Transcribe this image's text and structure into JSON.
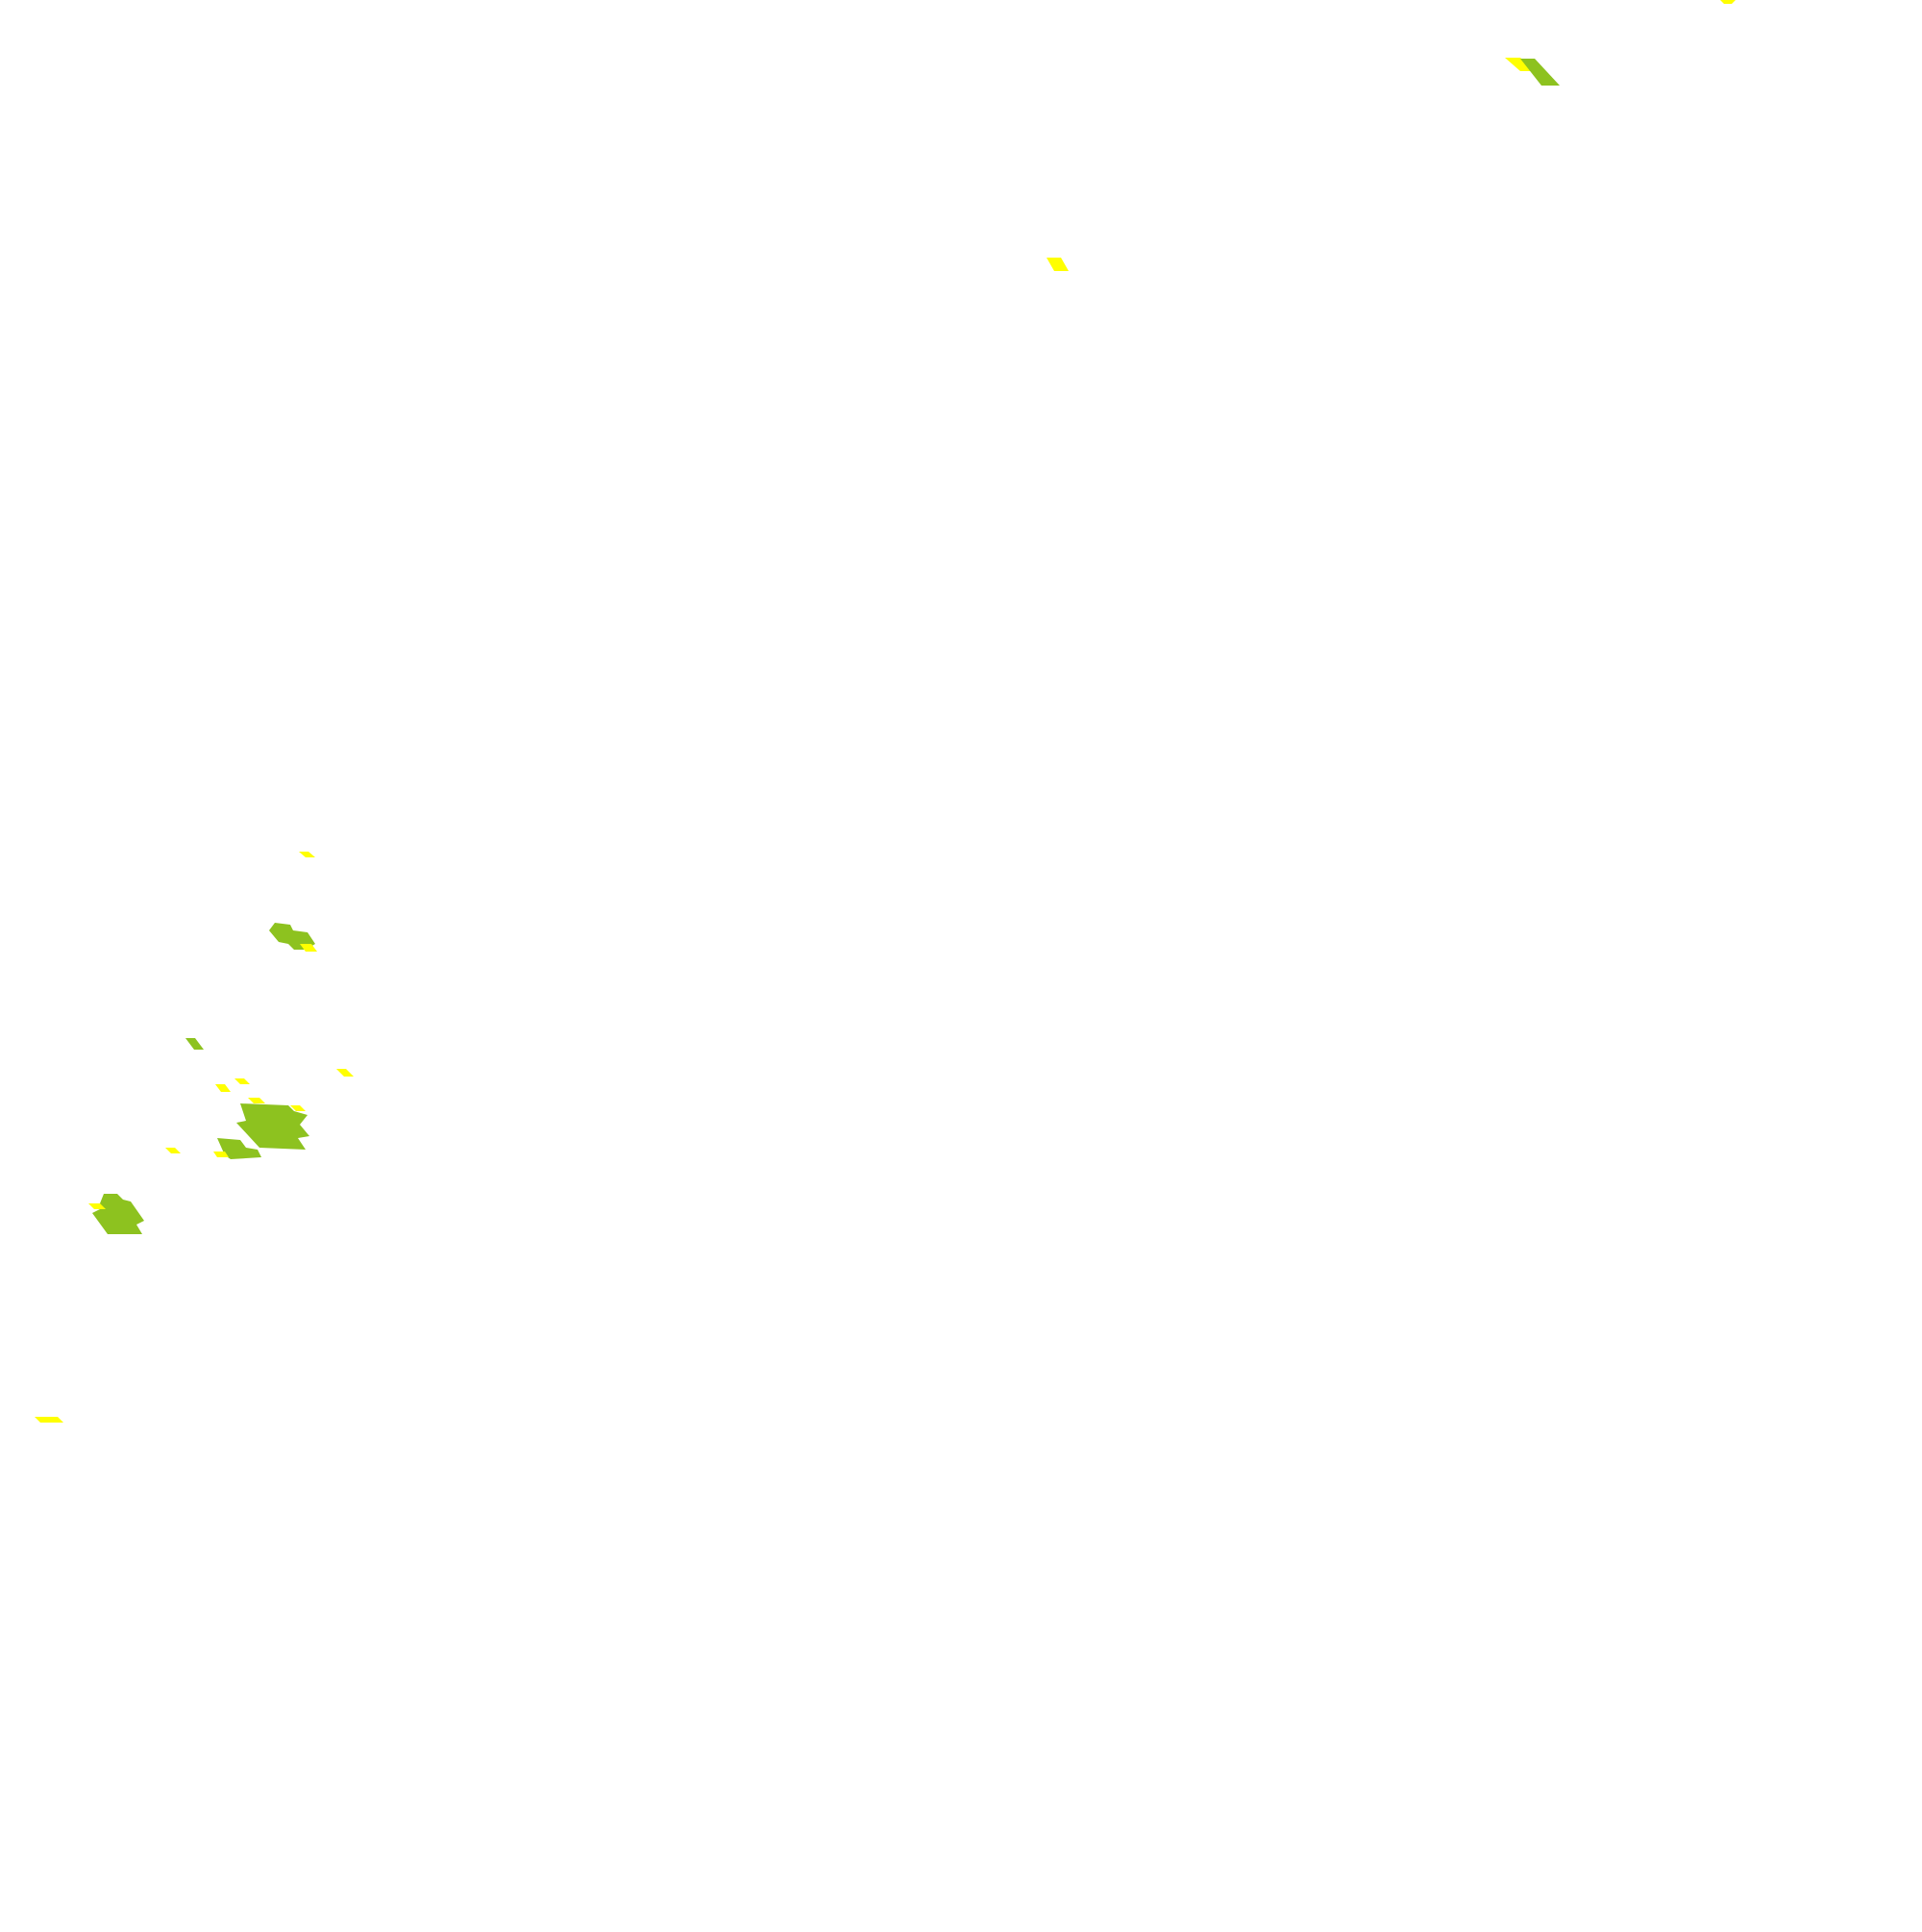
{
  "map": {
    "background": "#ffffff",
    "legend_colors": {
      "green": "#8dc21f",
      "yellow": "#ffff00"
    },
    "cells": [
      {
        "id": "c01",
        "color": "yellow"
      },
      {
        "id": "c02",
        "color": "yellow"
      },
      {
        "id": "c03",
        "color": "green"
      },
      {
        "id": "c04",
        "color": "yellow"
      },
      {
        "id": "c05",
        "color": "yellow"
      },
      {
        "id": "c06",
        "color": "green"
      },
      {
        "id": "c07",
        "color": "yellow"
      },
      {
        "id": "c08",
        "color": "green"
      },
      {
        "id": "c09",
        "color": "yellow"
      },
      {
        "id": "c10",
        "color": "yellow"
      },
      {
        "id": "c11",
        "color": "yellow"
      },
      {
        "id": "c12",
        "color": "green"
      },
      {
        "id": "c13",
        "color": "yellow"
      },
      {
        "id": "c14",
        "color": "yellow"
      },
      {
        "id": "c15",
        "color": "green"
      },
      {
        "id": "c16",
        "color": "yellow"
      },
      {
        "id": "c17",
        "color": "green"
      },
      {
        "id": "c18",
        "color": "yellow"
      },
      {
        "id": "c19",
        "color": "yellow"
      },
      {
        "id": "c20",
        "color": "yellow"
      }
    ]
  }
}
